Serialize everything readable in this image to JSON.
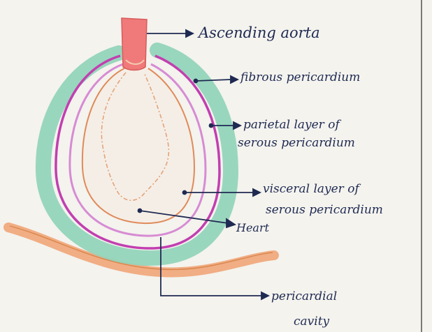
{
  "diagram": {
    "labels": {
      "ascending_aorta": "Ascending aorta",
      "fibrous_pericardium": "fibrous pericardium",
      "parietal_line1": "parietal layer of",
      "parietal_line2": "serous pericardium",
      "visceral_line1": "visceral layer of",
      "visceral_line2": "serous pericardium",
      "heart": "Heart",
      "cavity_line1": "pericardial",
      "cavity_line2": "cavity"
    },
    "colors": {
      "fibrous_layer": "#8fd3b8",
      "parietal_layer": "#c23fb0",
      "visceral_layer": "#d78bd3",
      "heart_outline": "#e08a5a",
      "aorta": "#f07a7a",
      "diaphragm": "#f0a070",
      "ink": "#1f2a52",
      "paper": "#f4f3ee"
    }
  }
}
